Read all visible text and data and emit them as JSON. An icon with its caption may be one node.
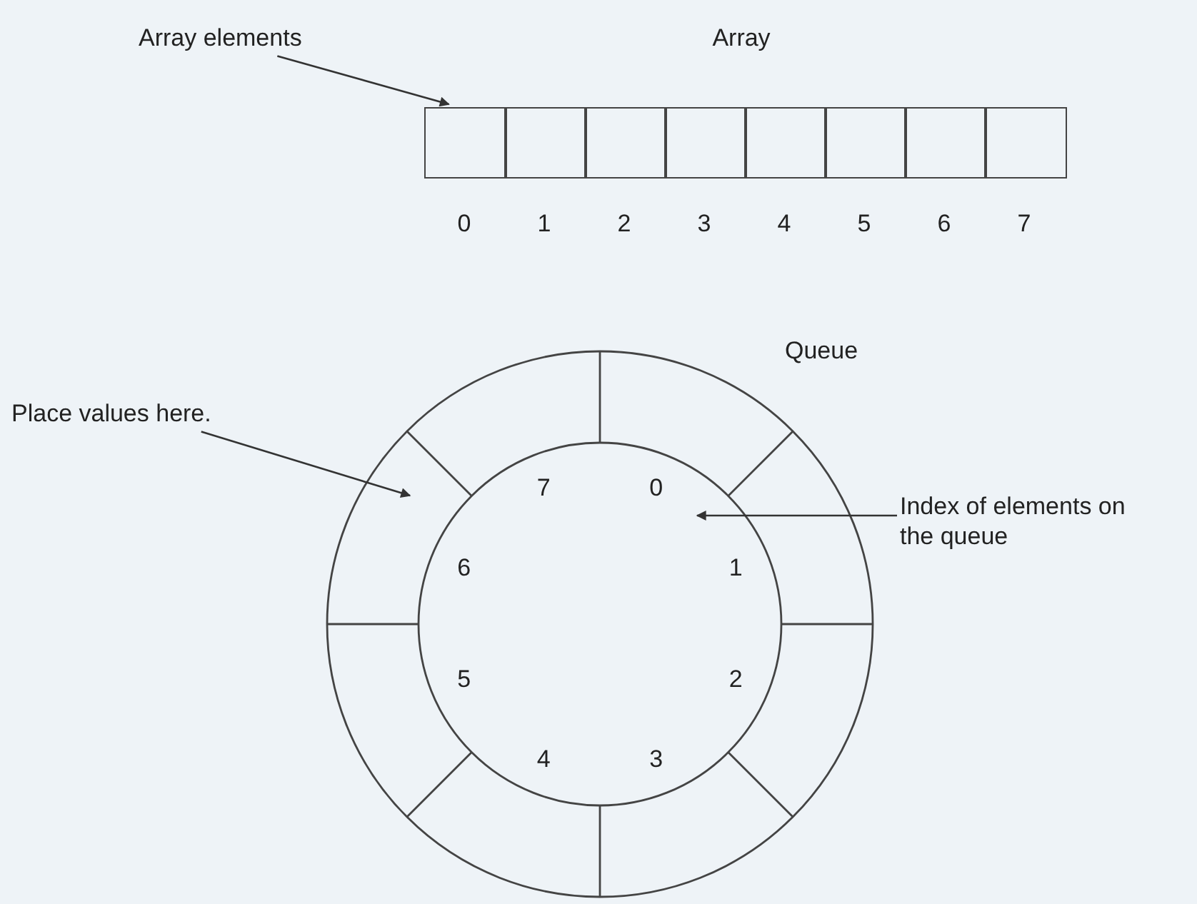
{
  "diagram": {
    "nodes": [
      {
        "text": [
          "Array elements"
        ]
      },
      {
        "text": [],
        "shape": "box"
      },
      {
        "text": [],
        "shape": "box"
      },
      {
        "text": [],
        "shape": "box"
      },
      {
        "text": [],
        "shape": "box"
      },
      {
        "text": [],
        "shape": "box"
      },
      {
        "text": [],
        "shape": "box"
      },
      {
        "text": [],
        "shape": "box"
      },
      {
        "text": [],
        "shape": "box"
      },
      {
        "text": [
          "Place values here."
        ]
      },
      {
        "text": [
          "Index of elements on the queue"
        ]
      }
    ],
    "edges": [
      {
        "from": 0,
        "to": 1,
        "arrow": "to"
      },
      {
        "from": 9,
        "to": null,
        "arrow": "to"
      },
      {
        "from": 10,
        "to": null,
        "arrow": "to"
      }
    ],
    "labels": [
      "Array",
      "0",
      "1",
      "2",
      "3",
      "4",
      "5",
      "6",
      "7",
      "Queue",
      "7",
      "0",
      "6",
      "1",
      "5",
      "2",
      "4",
      "3"
    ]
  }
}
